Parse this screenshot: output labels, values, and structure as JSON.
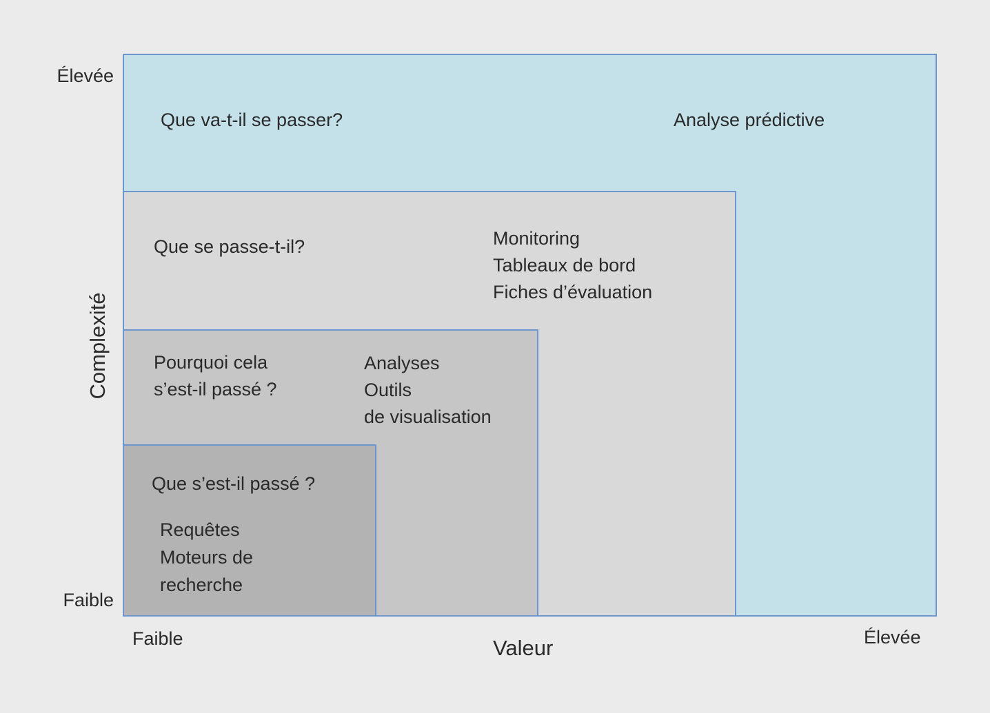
{
  "diagram": {
    "y_axis": {
      "label": "Complexité",
      "high": "Élevée",
      "low": "Faible"
    },
    "x_axis": {
      "label": "Valeur",
      "low": "Faible",
      "high": "Élevée"
    },
    "levels": [
      {
        "name": "analyse-predictive",
        "question_lines": [
          "Que va-t-il se passer?"
        ],
        "tool_lines": [
          "Analyse prédictive"
        ],
        "fill": "#c4e1ea"
      },
      {
        "name": "monitoring",
        "question_lines": [
          "Que se passe-t-il?"
        ],
        "tool_lines": [
          "Monitoring",
          "Tableaux de bord",
          "Fiches d’évaluation"
        ],
        "fill": "#d9d9d9"
      },
      {
        "name": "diagnostic",
        "question_lines": [
          "Pourquoi cela",
          "s’est-il passé ?"
        ],
        "tool_lines": [
          "Analyses",
          "Outils",
          "de visualisation"
        ],
        "fill": "#c6c6c6"
      },
      {
        "name": "descriptif",
        "question_lines": [
          "Que s’est-il passé ?"
        ],
        "tool_lines": [
          "Requêtes",
          "Moteurs de",
          "recherche"
        ],
        "fill": "#b3b3b3"
      }
    ],
    "colors": {
      "background": "#ebebeb",
      "border": "#6d96cf",
      "text": "#2a2a2a"
    }
  }
}
